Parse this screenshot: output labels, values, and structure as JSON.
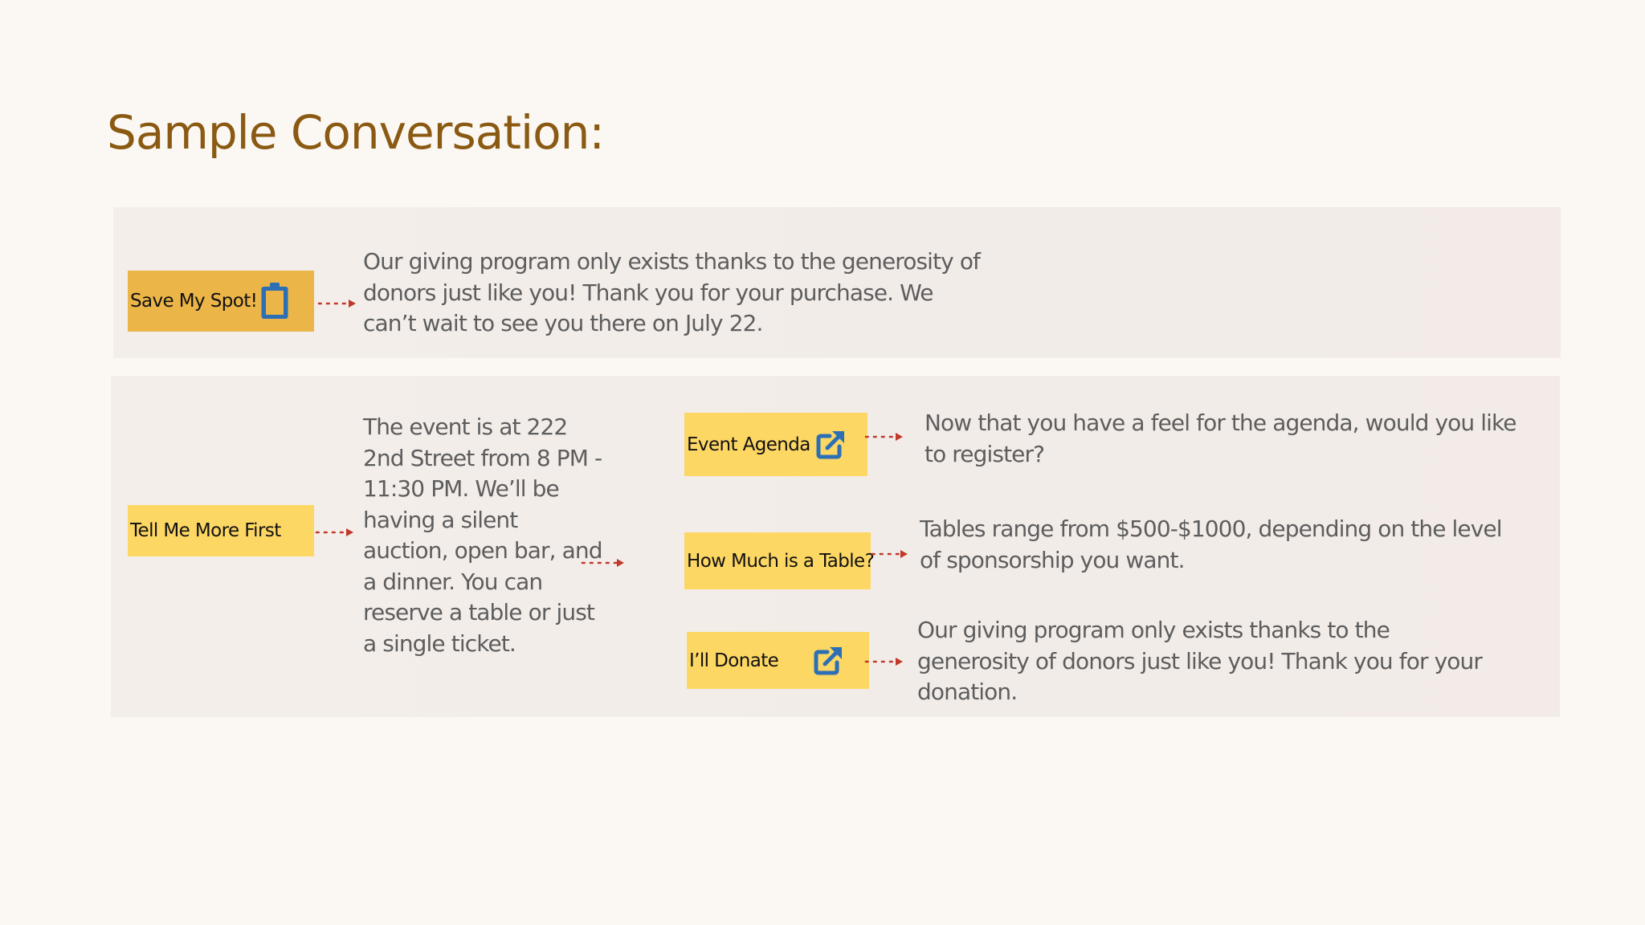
{
  "page": {
    "title": "Sample Conversation:"
  },
  "colors": {
    "title": "#8b5a12",
    "button_primary": "#ebb548",
    "button_secondary": "#fdd764",
    "icon": "#2d6fb5",
    "arrow": "#c0392b",
    "body_text": "#5d5d5d",
    "panel": "#f3eeea",
    "background": "#fbf8f4"
  },
  "flows": {
    "save_spot": {
      "button_label": "Save My Spot!",
      "icon": "clipboard-icon",
      "response": "Our giving program only exists thanks to the generosity of donors just like you! Thank you for your purchase. We can’t wait to see you there on July 22."
    },
    "tell_more": {
      "button_label": "Tell Me More First",
      "response": "The event is at 222 2nd Street from 8 PM - 11:30 PM. We’ll be having a silent auction, open bar, and a dinner. You can reserve a table or just a single ticket.",
      "options": [
        {
          "button_label": "Event Agenda",
          "icon": "external-link-icon",
          "response": "Now that you have a feel for the agenda, would you like to register?"
        },
        {
          "button_label": "How Much is a Table?",
          "response": "Tables range from $500-$1000, depending on the level of sponsorship you want."
        },
        {
          "button_label": "I’ll Donate",
          "icon": "external-link-icon",
          "response": "Our giving program only exists thanks to the generosity of donors just like you! Thank you for your donation."
        }
      ]
    }
  }
}
